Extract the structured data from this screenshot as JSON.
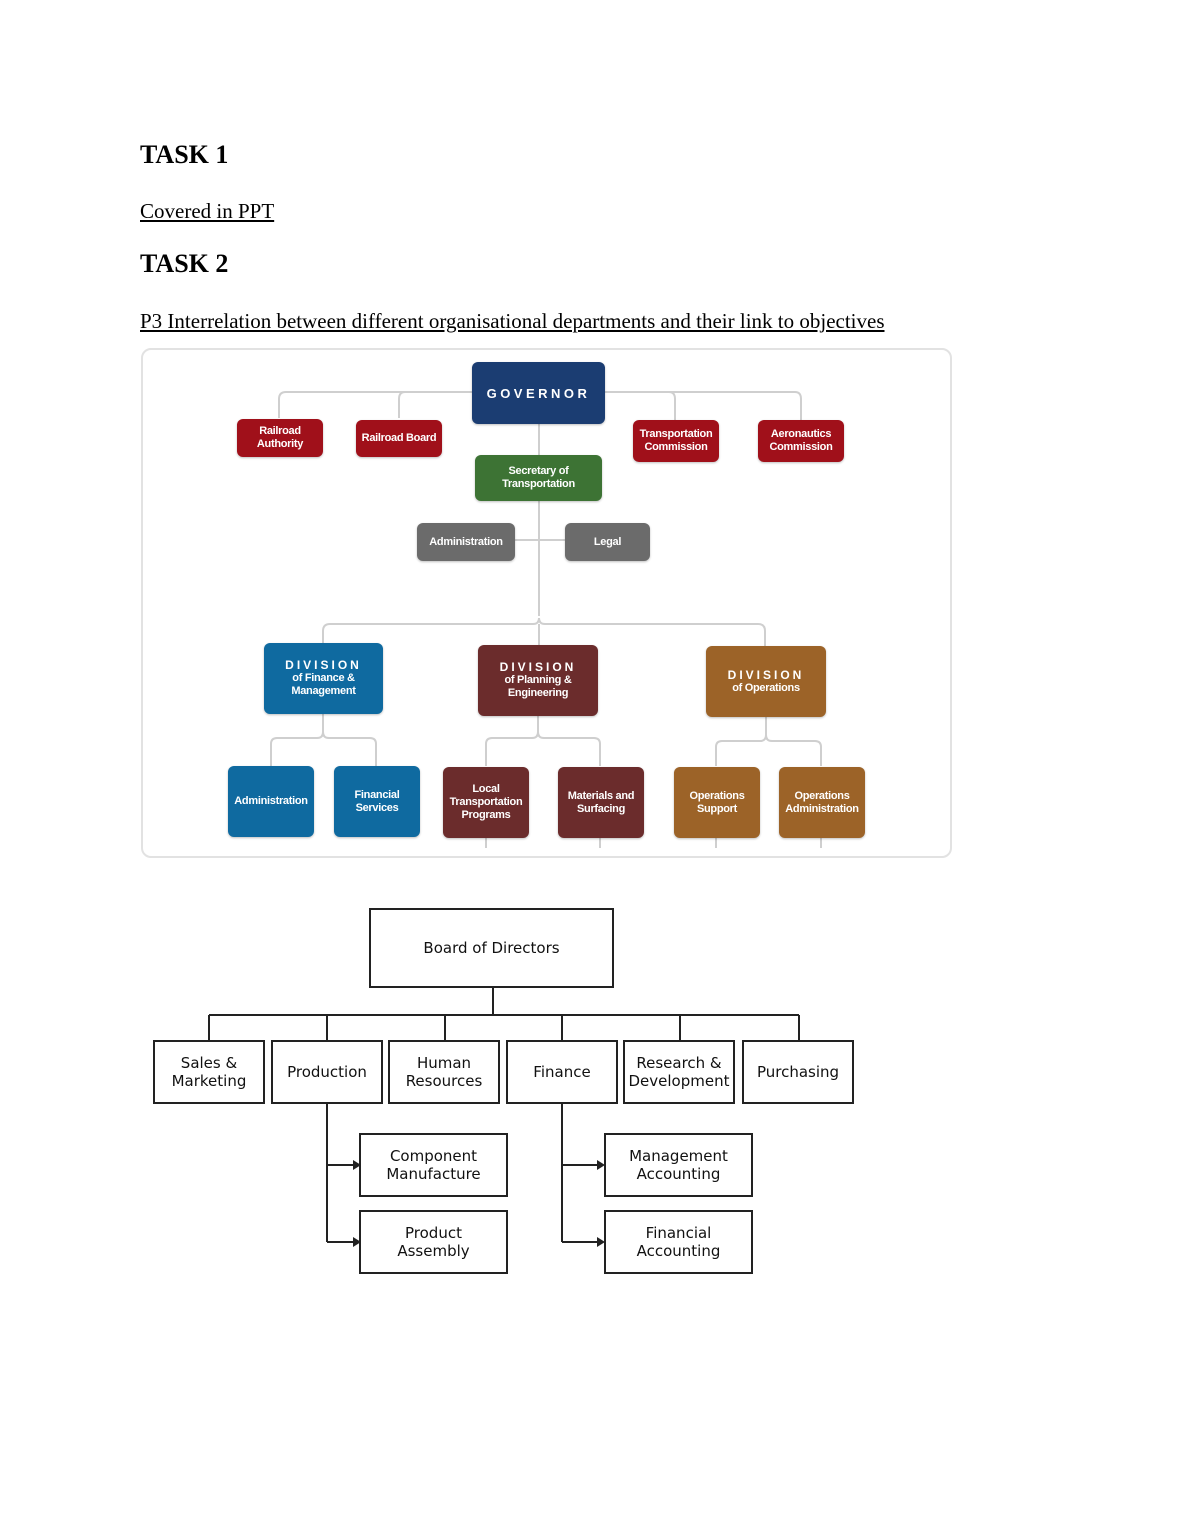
{
  "document": {
    "task1_heading": "TASK 1",
    "task1_text": "Covered in PPT",
    "task2_heading": "TASK 2",
    "task2_subheading": "P3 Interrelation between different organisational departments and their link to objectives"
  },
  "colors": {
    "governor": "#1b3d72",
    "red": "#a0101a",
    "green": "#3d7334",
    "gray": "#6b6b6b",
    "blue": "#0f6aa0",
    "maroon": "#6b2c2c",
    "brown": "#9c6328",
    "connector": "#cccccc"
  },
  "org_chart_1": {
    "governor": "GOVERNOR",
    "side_boards": [
      {
        "line1": "Railroad",
        "line2": "Authority"
      },
      {
        "line1": "Railroad Board",
        "line2": ""
      },
      {
        "line1": "Transportation",
        "line2": "Commission"
      },
      {
        "line1": "Aeronautics",
        "line2": "Commission"
      }
    ],
    "secretary": {
      "line1": "Secretary of",
      "line2": "Transportation"
    },
    "staff": [
      "Administration",
      "Legal"
    ],
    "divisions": [
      {
        "title": "DIVISION",
        "line1": "of Finance &",
        "line2": "Management",
        "units": [
          {
            "line1": "Administration",
            "line2": "",
            "line3": ""
          },
          {
            "line1": "Financial",
            "line2": "Services",
            "line3": ""
          }
        ]
      },
      {
        "title": "DIVISION",
        "line1": "of Planning &",
        "line2": "Engineering",
        "units": [
          {
            "line1": "Local",
            "line2": "Transportation",
            "line3": "Programs"
          },
          {
            "line1": "Materials and",
            "line2": "Surfacing",
            "line3": ""
          }
        ]
      },
      {
        "title": "DIVISION",
        "line1": "of Operations",
        "line2": "",
        "units": [
          {
            "line1": "Operations",
            "line2": "Support",
            "line3": ""
          },
          {
            "line1": "Operations",
            "line2": "Administration",
            "line3": ""
          }
        ]
      }
    ]
  },
  "org_chart_2": {
    "top": "Board of Directors",
    "departments": [
      {
        "line1": "Sales &",
        "line2": "Marketing"
      },
      {
        "line1": "Production",
        "line2": ""
      },
      {
        "line1": "Human",
        "line2": "Resources"
      },
      {
        "line1": "Finance",
        "line2": ""
      },
      {
        "line1": "Research &",
        "line2": "Development"
      },
      {
        "line1": "Purchasing",
        "line2": ""
      }
    ],
    "production_subunits": [
      {
        "line1": "Component",
        "line2": "Manufacture"
      },
      {
        "line1": "Product",
        "line2": "Assembly"
      }
    ],
    "finance_subunits": [
      {
        "line1": "Management",
        "line2": "Accounting"
      },
      {
        "line1": "Financial",
        "line2": "Accounting"
      }
    ]
  }
}
